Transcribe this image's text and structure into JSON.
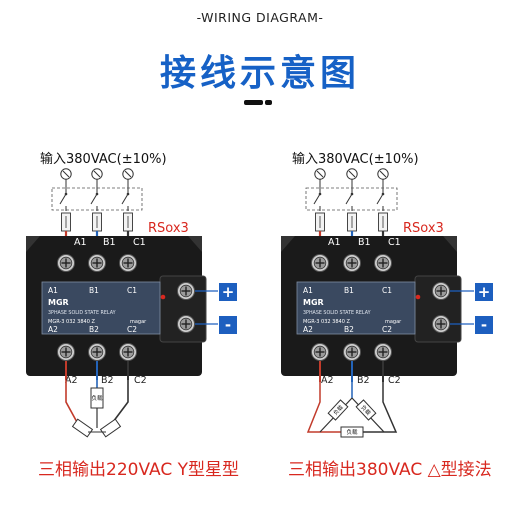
{
  "header_subtitle": "-WIRING DIAGRAM-",
  "main_title": "接线示意图",
  "colors": {
    "title": "#1661c6",
    "caption": "#d8281f",
    "plus_box": "#1d5fbf",
    "relay_body": "#1a1a1a",
    "label_panel": "#3a4960"
  },
  "left": {
    "input_label": "输入380VAC(±10%)",
    "rc_label": "RSox3",
    "top_phases": [
      "A1",
      "B1",
      "C1"
    ],
    "bottom_phases": [
      "A2",
      "B2",
      "C2"
    ],
    "panel_brand": "MGR",
    "panel_line1": "3PHASE SOLID STATE RELAY",
    "panel_model": "MGR-3 032 3840 Z",
    "panel_maker": "magar",
    "plus_sign": "+",
    "minus_sign": "-",
    "load_label": "负载",
    "caption": "三相输出220VAC Y型星型"
  },
  "right": {
    "input_label": "输入380VAC(±10%)",
    "rc_label": "RSox3",
    "top_phases": [
      "A1",
      "B1",
      "C1"
    ],
    "bottom_phases": [
      "A2",
      "B2",
      "C2"
    ],
    "panel_brand": "MGR",
    "panel_line1": "3PHASE SOLID STATE RELAY",
    "panel_model": "MGR-3 032 3840 Z",
    "panel_maker": "magar",
    "plus_sign": "+",
    "minus_sign": "-",
    "load_label": "负载",
    "caption": "三相输出380VAC △型接法"
  }
}
